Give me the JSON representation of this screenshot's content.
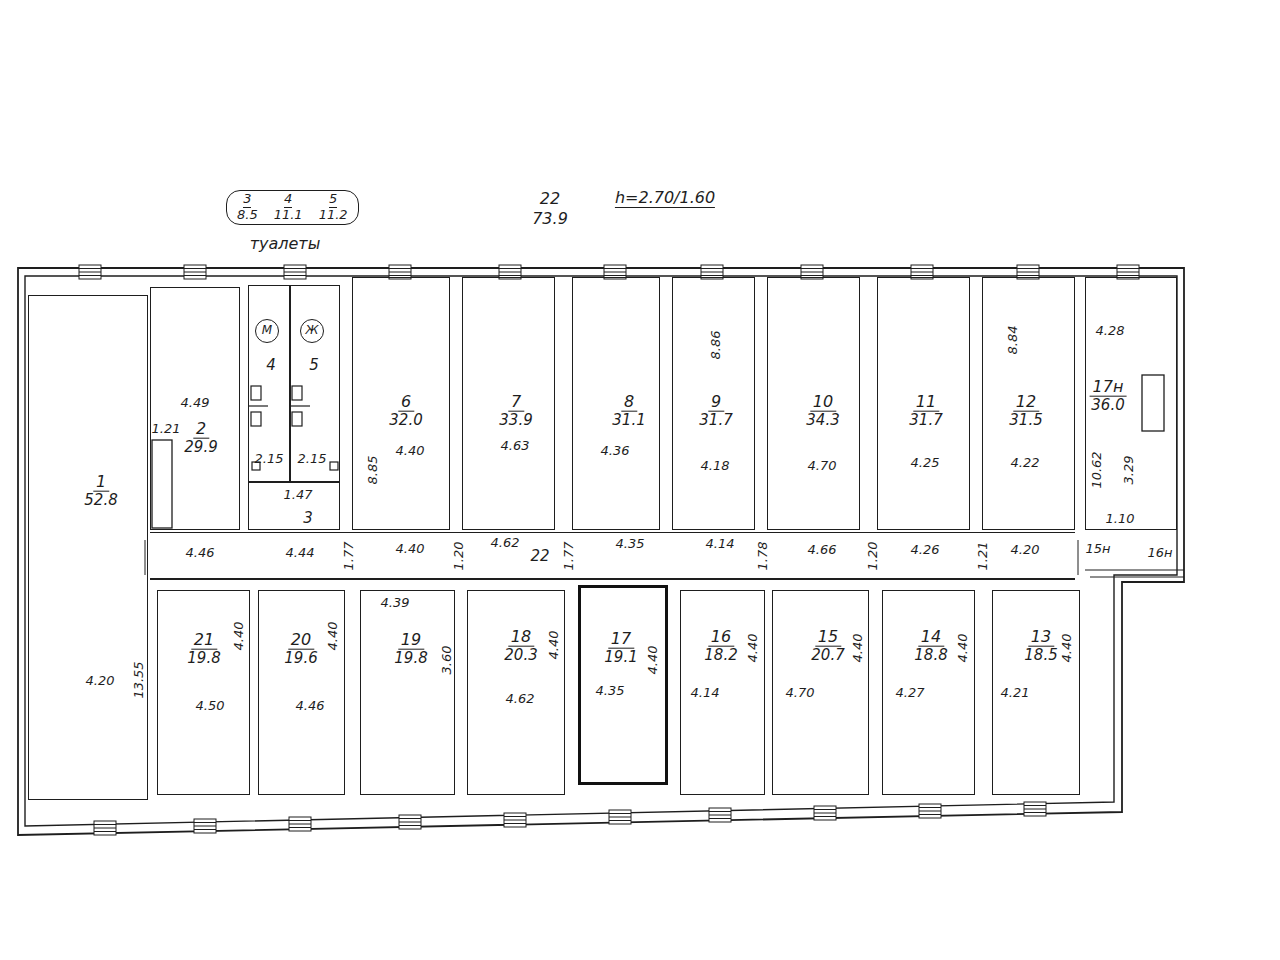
{
  "diagram": {
    "nodes": [
      {
        "text": [
          "3",
          "8.5",
          "4",
          "11.1",
          "5",
          "11.2"
        ]
      },
      {
        "text": [
          "1",
          "52.8"
        ]
      },
      {
        "text": [
          "2",
          "29.9"
        ]
      },
      {
        "text": [
          "3"
        ]
      },
      {
        "text": [
          "4"
        ]
      },
      {
        "text": [
          "М"
        ],
        "in": 4
      },
      {
        "text": [
          "5"
        ]
      },
      {
        "text": [
          "Ж"
        ],
        "in": 6
      },
      {
        "text": [
          "6",
          "32.0"
        ]
      },
      {
        "text": [
          "7",
          "33.9"
        ]
      },
      {
        "text": [
          "8",
          "31.1"
        ]
      },
      {
        "text": [
          "9",
          "31.7"
        ]
      },
      {
        "text": [
          "10",
          "34.3"
        ]
      },
      {
        "text": [
          "11",
          "31.7"
        ]
      },
      {
        "text": [
          "12",
          "31.5"
        ]
      },
      {
        "text": [
          "17н",
          "36.0"
        ]
      },
      {
        "text": [
          "22"
        ]
      },
      {
        "text": [
          "21",
          "19.8"
        ]
      },
      {
        "text": [
          "20",
          "19.6"
        ]
      },
      {
        "text": [
          "19",
          "19.8"
        ]
      },
      {
        "text": [
          "18",
          "20.3"
        ]
      },
      {
        "text": [
          "17",
          "19.1"
        ]
      },
      {
        "text": [
          "16",
          "18.2"
        ]
      },
      {
        "text": [
          "15",
          "20.7"
        ]
      },
      {
        "text": [
          "14",
          "18.8"
        ]
      },
      {
        "text": [
          "13",
          "18.5"
        ]
      }
    ],
    "labels": [
      "22",
      "73.9",
      "h=2.70/1.60",
      "туалеты",
      "13.55",
      "4.20",
      "4.49",
      "1.21",
      "2.15",
      "2.15",
      "1.47",
      "4.40",
      "8.85",
      "4.63",
      "4.36",
      "4.18",
      "8.86",
      "4.70",
      "4.25",
      "4.22",
      "8.84",
      "4.28",
      "10.62",
      "3.29",
      "1.10",
      "4.46",
      "4.44",
      "4.40",
      "4.62",
      "4.35",
      "4.14",
      "4.66",
      "4.26",
      "4.20",
      "1.77",
      "1.20",
      "1.77",
      "1.78",
      "1.20",
      "1.21",
      "15н",
      "16н",
      "4.39",
      "4.50",
      "4.46",
      "4.62",
      "4.35",
      "4.14",
      "4.70",
      "4.27",
      "4.21",
      "4.40",
      "4.40",
      "3.60",
      "4.40",
      "4.40",
      "4.40",
      "4.40",
      "4.40",
      "4.40"
    ]
  }
}
